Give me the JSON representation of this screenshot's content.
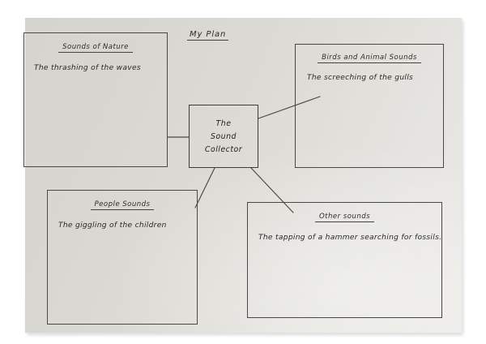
{
  "document": {
    "medium": "photograph-of-handwritten-paper",
    "title": "My Plan",
    "paper_color": "#dcdad4",
    "ink_color": "#2e2c2a",
    "background_color": "#ffffff"
  },
  "center_node": {
    "name": "the-sound-collector",
    "line1": "The",
    "line2": "Sound",
    "line3": "Collector"
  },
  "boxes": [
    {
      "id": "nature",
      "heading": "Sounds of Nature",
      "body": "The thrashing of the waves",
      "position": "top-left"
    },
    {
      "id": "birds",
      "heading": "Birds and Animal Sounds",
      "body": "The screeching of the gulls",
      "position": "top-right"
    },
    {
      "id": "people",
      "heading": "People Sounds",
      "body": "The giggling of the children",
      "position": "bottom-left"
    },
    {
      "id": "other",
      "heading": "Other sounds",
      "body": "The tapping of a hammer searching for fossils.",
      "position": "bottom-right"
    }
  ],
  "connectors": [
    {
      "from": "center",
      "to": "nature",
      "style": "horizontal-left"
    },
    {
      "from": "center",
      "to": "birds",
      "style": "diagonal-up-right"
    },
    {
      "from": "center",
      "to": "people",
      "style": "diagonal-down-left"
    },
    {
      "from": "center",
      "to": "other",
      "style": "diagonal-down-right"
    }
  ]
}
